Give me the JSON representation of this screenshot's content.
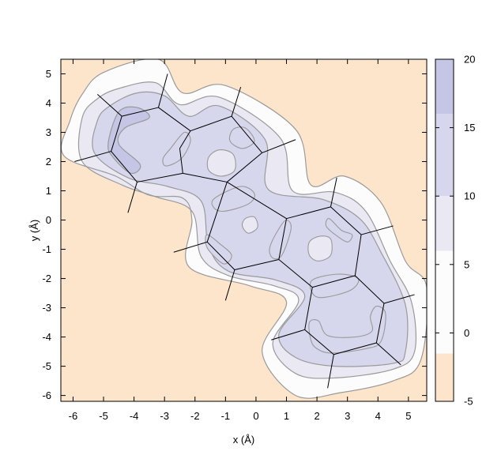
{
  "chart_data": {
    "type": "contour",
    "title": "",
    "xlabel": "x (Å)",
    "ylabel": "y (Å)",
    "xlim": [
      -6.4,
      5.6
    ],
    "ylim": [
      -6.2,
      5.5
    ],
    "xticks": [
      -6,
      -5,
      -4,
      -3,
      -2,
      -1,
      0,
      1,
      2,
      3,
      4,
      5
    ],
    "yticks": [
      -6,
      -5,
      -4,
      -3,
      -2,
      -1,
      0,
      1,
      2,
      3,
      4,
      5
    ],
    "grid": false,
    "colorbar": {
      "range": [
        -5,
        20
      ],
      "ticks": [
        -5,
        0,
        5,
        10,
        15,
        20
      ],
      "bands": [
        {
          "from": -5,
          "to": -1.5,
          "color": "#fde5cc"
        },
        {
          "from": -1.5,
          "to": 6,
          "color": "#fcfcfc"
        },
        {
          "from": 6,
          "to": 10,
          "color": "#e9e8f3"
        },
        {
          "from": 10,
          "to": 16,
          "color": "#d6d6ec"
        },
        {
          "from": 16,
          "to": 20,
          "color": "#c5c5e5"
        }
      ]
    },
    "contour_levels": [
      {
        "level": 0.5,
        "color": "#fcfcfc",
        "points": [
          [
            -5.7,
            4.3
          ],
          [
            -5.0,
            5.05
          ],
          [
            -3.2,
            5.5
          ],
          [
            -2.4,
            4.35
          ],
          [
            -1.0,
            4.6
          ],
          [
            1.3,
            3.1
          ],
          [
            1.8,
            1.2
          ],
          [
            2.9,
            1.5
          ],
          [
            4.1,
            0.6
          ],
          [
            4.9,
            -1.4
          ],
          [
            5.6,
            -2.3
          ],
          [
            5.4,
            -4.8
          ],
          [
            4.5,
            -5.5
          ],
          [
            2.8,
            -5.9
          ],
          [
            1.3,
            -6.0
          ],
          [
            0.2,
            -4.5
          ],
          [
            1.0,
            -2.8
          ],
          [
            -0.2,
            -2.25
          ],
          [
            -2.2,
            -1.6
          ],
          [
            -2.1,
            0.0
          ],
          [
            -2.4,
            0.75
          ],
          [
            -3.5,
            0.85
          ],
          [
            -4.6,
            1.5
          ],
          [
            -6.3,
            2.2
          ],
          [
            -6.1,
            3.4
          ]
        ]
      },
      {
        "level": 6,
        "color": "#e9e8f3",
        "points": [
          [
            -5.2,
            4.15
          ],
          [
            -4.5,
            4.5
          ],
          [
            -3.3,
            4.7
          ],
          [
            -2.5,
            3.95
          ],
          [
            -1.2,
            4.2
          ],
          [
            0.8,
            2.8
          ],
          [
            1.2,
            1.0
          ],
          [
            2.6,
            0.95
          ],
          [
            3.6,
            0.3
          ],
          [
            4.4,
            -1.4
          ],
          [
            5.1,
            -2.8
          ],
          [
            5.2,
            -4.5
          ],
          [
            4.5,
            -5.1
          ],
          [
            2.6,
            -5.4
          ],
          [
            1.3,
            -5.25
          ],
          [
            0.55,
            -4.2
          ],
          [
            1.4,
            -2.75
          ],
          [
            0.6,
            -2.25
          ],
          [
            -0.9,
            -1.9
          ],
          [
            -1.8,
            -1.25
          ],
          [
            -2.1,
            0.3
          ],
          [
            -3.3,
            0.8
          ],
          [
            -4.4,
            1.2
          ],
          [
            -5.7,
            2.0
          ],
          [
            -5.7,
            3.5
          ]
        ]
      },
      {
        "level": 10,
        "color": "#d6d6ec",
        "points": [
          [
            -4.8,
            3.9
          ],
          [
            -3.9,
            4.35
          ],
          [
            -3.0,
            4.25
          ],
          [
            -2.2,
            3.55
          ],
          [
            -1.2,
            3.9
          ],
          [
            0.3,
            2.75
          ],
          [
            0.4,
            1.05
          ],
          [
            2.2,
            0.7
          ],
          [
            3.4,
            0.05
          ],
          [
            4.1,
            -1.1
          ],
          [
            4.9,
            -2.9
          ],
          [
            4.9,
            -4.5
          ],
          [
            4.5,
            -4.9
          ],
          [
            2.6,
            -5.0
          ],
          [
            1.3,
            -4.7
          ],
          [
            0.75,
            -3.9
          ],
          [
            1.6,
            -2.6
          ],
          [
            0.65,
            -2.05
          ],
          [
            -0.9,
            -1.75
          ],
          [
            -1.55,
            -0.9
          ],
          [
            -1.8,
            0.65
          ],
          [
            -2.9,
            1.15
          ],
          [
            -4.2,
            1.45
          ],
          [
            -5.3,
            2.3
          ],
          [
            -5.2,
            3.4
          ]
        ]
      },
      {
        "level": 16,
        "color": "#c5c5e5",
        "points": [
          [
            -4.5,
            3.7
          ],
          [
            -3.9,
            3.85
          ],
          [
            -3.5,
            3.5
          ],
          [
            -4.3,
            3.15
          ],
          [
            -4.5,
            2.6
          ],
          [
            -3.8,
            1.9
          ],
          [
            -4.1,
            1.6
          ],
          [
            -4.65,
            2.1
          ],
          [
            -4.85,
            2.6
          ]
        ]
      }
    ],
    "blobs": [
      {
        "level": 16,
        "points": [
          [
            -2.8,
            2.45
          ],
          [
            -2.35,
            3.0
          ],
          [
            -2.15,
            2.7
          ],
          [
            -2.45,
            2.1
          ],
          [
            -2.95,
            1.85
          ],
          [
            -3.05,
            2.1
          ]
        ]
      },
      {
        "level": 16,
        "points": [
          [
            -0.75,
            3.1
          ],
          [
            -0.35,
            3.15
          ],
          [
            -0.05,
            2.7
          ],
          [
            -0.45,
            2.45
          ],
          [
            -0.85,
            2.7
          ]
        ]
      },
      {
        "level": 10,
        "points": [
          [
            -1.55,
            2.15
          ],
          [
            -1.2,
            2.4
          ],
          [
            -0.75,
            2.25
          ],
          [
            -0.7,
            1.7
          ],
          [
            -1.15,
            1.5
          ],
          [
            -1.55,
            1.7
          ]
        ]
      },
      {
        "level": 16,
        "points": [
          [
            -1.35,
            0.75
          ],
          [
            -0.5,
            1.15
          ],
          [
            -0.05,
            0.9
          ],
          [
            -0.25,
            0.55
          ],
          [
            -1.05,
            0.3
          ],
          [
            -1.4,
            0.45
          ]
        ]
      },
      {
        "level": 10,
        "points": [
          [
            -0.35,
            0.05
          ],
          [
            -0.05,
            0.1
          ],
          [
            0.05,
            -0.25
          ],
          [
            -0.25,
            -0.45
          ],
          [
            -0.45,
            -0.2
          ]
        ]
      },
      {
        "level": 16,
        "points": [
          [
            0.75,
            -0.3
          ],
          [
            1.0,
            0.0
          ],
          [
            1.15,
            -0.3
          ],
          [
            0.85,
            -1.2
          ],
          [
            0.55,
            -1.3
          ],
          [
            0.45,
            -0.95
          ]
        ]
      },
      {
        "level": 16,
        "points": [
          [
            -1.6,
            -0.5
          ],
          [
            -1.2,
            -0.8
          ],
          [
            -0.8,
            -1.2
          ],
          [
            -1.05,
            -1.5
          ],
          [
            -1.5,
            -1.1
          ],
          [
            -1.65,
            -0.8
          ]
        ]
      },
      {
        "level": 10,
        "points": [
          [
            1.75,
            -0.75
          ],
          [
            2.1,
            -0.55
          ],
          [
            2.45,
            -0.65
          ],
          [
            2.45,
            -1.2
          ],
          [
            2.05,
            -1.4
          ],
          [
            1.75,
            -1.2
          ]
        ]
      },
      {
        "level": 16,
        "points": [
          [
            2.4,
            0.05
          ],
          [
            2.8,
            -0.35
          ],
          [
            3.15,
            -0.5
          ],
          [
            3.0,
            -0.75
          ],
          [
            2.6,
            -0.5
          ],
          [
            2.3,
            -0.2
          ]
        ]
      },
      {
        "level": 16,
        "points": [
          [
            1.85,
            -2.05
          ],
          [
            2.7,
            -1.85
          ],
          [
            3.35,
            -2.0
          ],
          [
            3.1,
            -2.4
          ],
          [
            2.2,
            -2.65
          ],
          [
            1.85,
            -2.5
          ]
        ]
      },
      {
        "level": 16,
        "points": [
          [
            1.75,
            -3.5
          ],
          [
            1.8,
            -4.1
          ],
          [
            2.0,
            -4.4
          ],
          [
            2.5,
            -4.55
          ],
          [
            3.6,
            -4.4
          ],
          [
            4.1,
            -4.15
          ],
          [
            4.25,
            -3.2
          ],
          [
            3.95,
            -2.95
          ],
          [
            3.75,
            -3.3
          ],
          [
            3.8,
            -3.8
          ],
          [
            3.25,
            -4.0
          ],
          [
            2.35,
            -3.95
          ],
          [
            2.05,
            -3.45
          ]
        ]
      }
    ],
    "bonds": [
      [
        [
          -2.15,
          3.05
        ],
        [
          -2.5,
          2.45
        ]
      ],
      [
        [
          -2.5,
          2.45
        ],
        [
          -2.4,
          1.6
        ]
      ],
      [
        [
          -2.4,
          1.6
        ],
        [
          -0.95,
          1.3
        ]
      ],
      [
        [
          -0.95,
          1.3
        ],
        [
          0.2,
          2.3
        ]
      ],
      [
        [
          0.2,
          2.3
        ],
        [
          -0.8,
          3.55
        ]
      ],
      [
        [
          -0.8,
          3.55
        ],
        [
          -2.15,
          3.05
        ]
      ],
      [
        [
          -2.15,
          3.05
        ],
        [
          -3.2,
          3.85
        ]
      ],
      [
        [
          -3.2,
          3.85
        ],
        [
          -4.4,
          3.55
        ]
      ],
      [
        [
          -4.4,
          3.55
        ],
        [
          -4.75,
          2.35
        ]
      ],
      [
        [
          -4.75,
          2.35
        ],
        [
          -3.9,
          1.3
        ]
      ],
      [
        [
          -3.9,
          1.3
        ],
        [
          -2.4,
          1.6
        ]
      ],
      [
        [
          -0.95,
          1.3
        ],
        [
          -1.6,
          -0.75
        ]
      ],
      [
        [
          -1.6,
          -0.75
        ],
        [
          -0.7,
          -1.7
        ]
      ],
      [
        [
          -0.7,
          -1.7
        ],
        [
          0.75,
          -1.35
        ]
      ],
      [
        [
          0.75,
          -1.35
        ],
        [
          1.0,
          0.05
        ]
      ],
      [
        [
          1.0,
          0.05
        ],
        [
          -0.95,
          1.3
        ]
      ],
      [
        [
          1.0,
          0.05
        ],
        [
          2.45,
          0.45
        ]
      ],
      [
        [
          2.45,
          0.45
        ],
        [
          3.45,
          -0.5
        ]
      ],
      [
        [
          3.45,
          -0.5
        ],
        [
          3.25,
          -1.9
        ]
      ],
      [
        [
          3.25,
          -1.9
        ],
        [
          1.85,
          -2.3
        ]
      ],
      [
        [
          1.85,
          -2.3
        ],
        [
          0.75,
          -1.35
        ]
      ],
      [
        [
          1.85,
          -2.3
        ],
        [
          1.6,
          -3.75
        ]
      ],
      [
        [
          1.6,
          -3.75
        ],
        [
          2.55,
          -4.6
        ]
      ],
      [
        [
          2.55,
          -4.6
        ],
        [
          3.95,
          -4.2
        ]
      ],
      [
        [
          3.95,
          -4.2
        ],
        [
          4.2,
          -2.85
        ]
      ],
      [
        [
          4.2,
          -2.85
        ],
        [
          3.25,
          -1.9
        ]
      ],
      [
        [
          -5.2,
          4.3
        ],
        [
          -4.4,
          3.55
        ]
      ],
      [
        [
          -3.2,
          3.85
        ],
        [
          -2.9,
          5.0
        ]
      ],
      [
        [
          -4.75,
          2.35
        ],
        [
          -5.95,
          2.0
        ]
      ],
      [
        [
          -3.9,
          1.3
        ],
        [
          -4.2,
          0.25
        ]
      ],
      [
        [
          -0.8,
          3.55
        ],
        [
          -0.5,
          4.55
        ]
      ],
      [
        [
          0.2,
          2.3
        ],
        [
          1.3,
          2.75
        ]
      ],
      [
        [
          -1.6,
          -0.75
        ],
        [
          -2.7,
          -1.1
        ]
      ],
      [
        [
          -0.7,
          -1.7
        ],
        [
          -1.0,
          -2.75
        ]
      ],
      [
        [
          2.45,
          0.45
        ],
        [
          2.65,
          1.45
        ]
      ],
      [
        [
          3.45,
          -0.5
        ],
        [
          4.5,
          -0.2
        ]
      ],
      [
        [
          4.2,
          -2.85
        ],
        [
          5.2,
          -2.55
        ]
      ],
      [
        [
          3.95,
          -4.2
        ],
        [
          4.75,
          -4.95
        ]
      ],
      [
        [
          2.55,
          -4.6
        ],
        [
          2.35,
          -5.75
        ]
      ],
      [
        [
          1.6,
          -3.75
        ],
        [
          0.5,
          -4.1
        ]
      ]
    ]
  }
}
